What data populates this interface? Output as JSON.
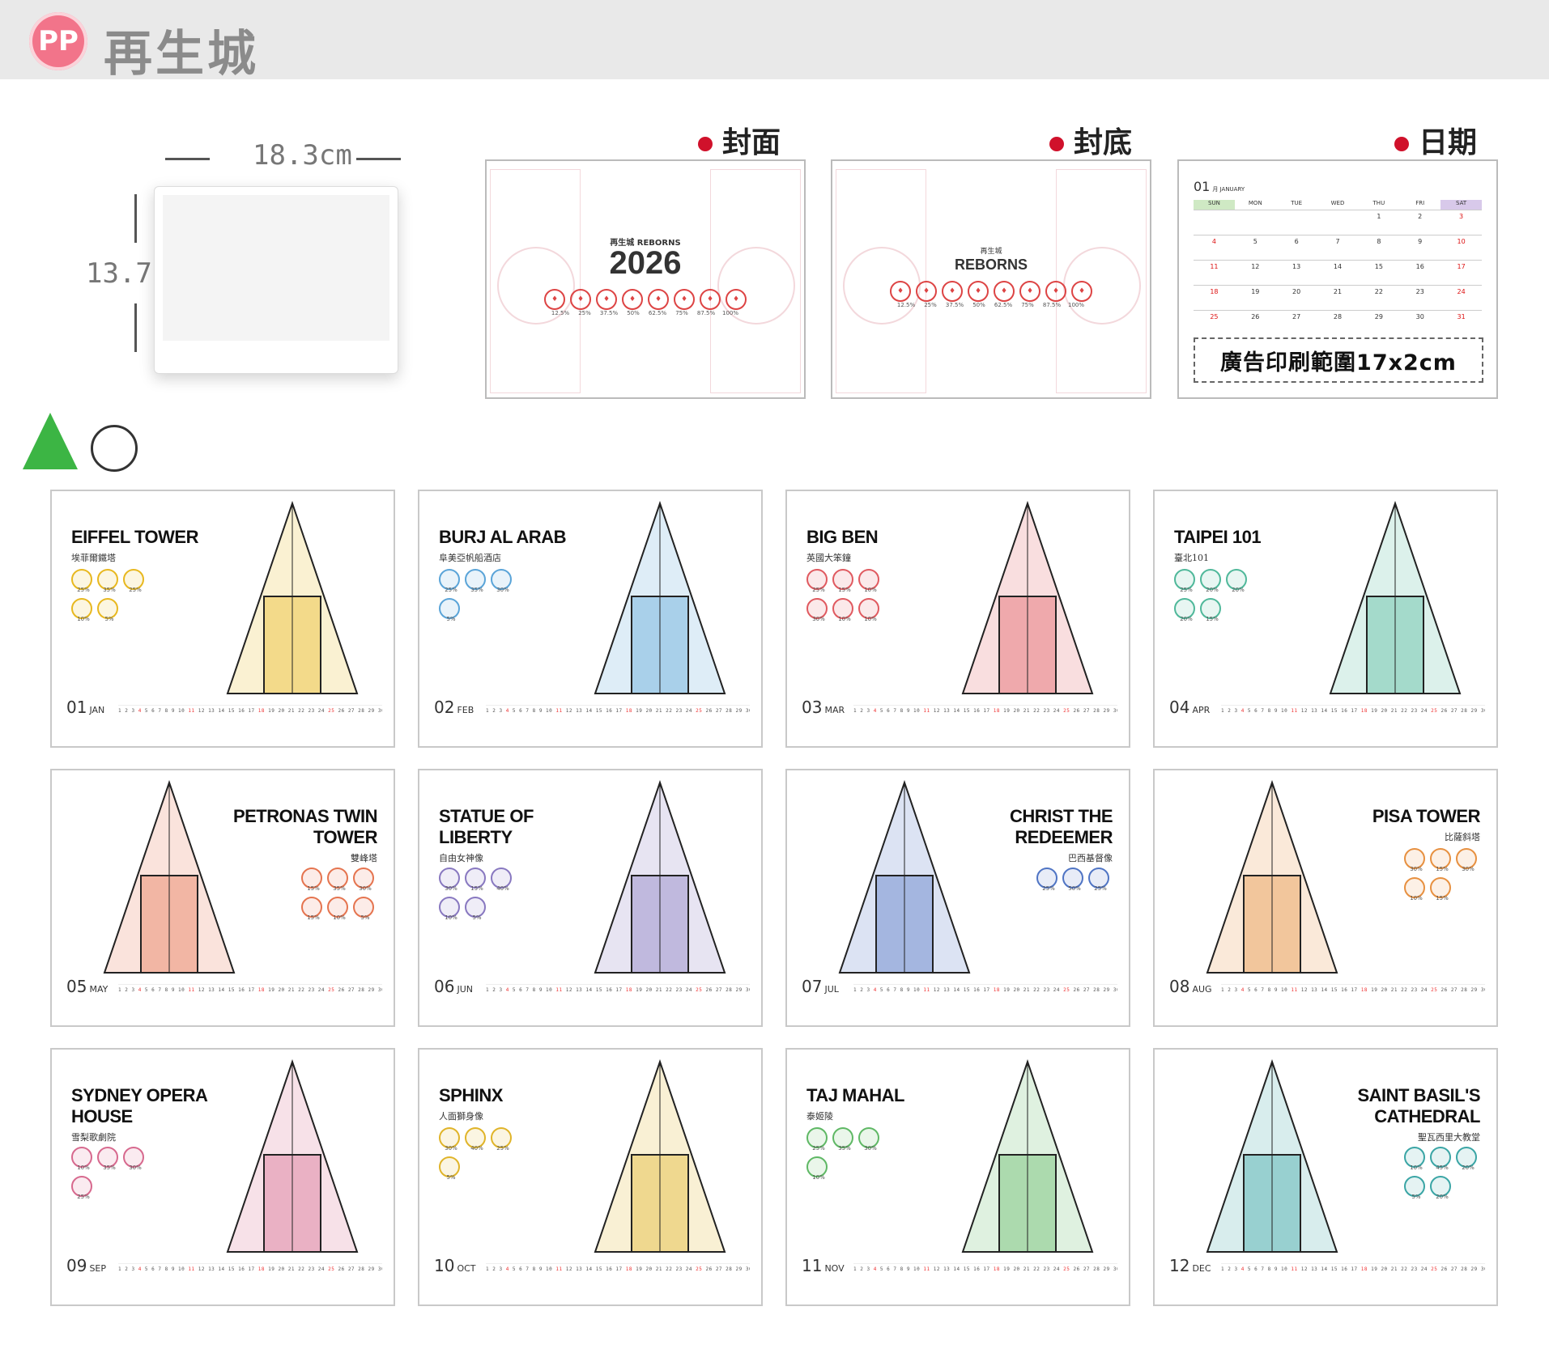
{
  "brand": {
    "badge": "PP",
    "name": "再生城"
  },
  "dimensions": {
    "width": "18.3cm",
    "height": "13.7cm"
  },
  "sections": {
    "cover": {
      "label": "封面",
      "line1": "再生城 REBORNS",
      "year": "2026",
      "percents": [
        "12.5%",
        "25%",
        "37.5%",
        "50%",
        "62.5%",
        "75%",
        "87.5%",
        "100%"
      ]
    },
    "back": {
      "label": "封底",
      "line1": "再生城",
      "line2": "REBORNS",
      "percents": [
        "12.5%",
        "25%",
        "37.5%",
        "50%",
        "62.5%",
        "75%",
        "87.5%",
        "100%"
      ]
    },
    "date": {
      "label": "日期",
      "month_num": "01",
      "month_name": "月 JANUARY",
      "weekdays": [
        "SUN",
        "MON",
        "TUE",
        "WED",
        "THU",
        "FRI",
        "SAT"
      ],
      "weeks": [
        [
          "",
          "",
          "",
          "",
          "1",
          "2",
          "3"
        ],
        [
          "4",
          "5",
          "6",
          "7",
          "8",
          "9",
          "10"
        ],
        [
          "11",
          "12",
          "13",
          "14",
          "15",
          "16",
          "17"
        ],
        [
          "18",
          "19",
          "20",
          "21",
          "22",
          "23",
          "24"
        ],
        [
          "25",
          "26",
          "27",
          "28",
          "29",
          "30",
          "31"
        ]
      ],
      "ad_text": "廣告印刷範圍17x2cm"
    }
  },
  "months": [
    {
      "num": "01",
      "abbr": "JAN",
      "title": "EIFFEL TOWER",
      "sub": "埃菲爾鐵塔",
      "percents": [
        "25%",
        "35%",
        "25%",
        "10%",
        "5%"
      ],
      "accent": "#e8b81f"
    },
    {
      "num": "02",
      "abbr": "FEB",
      "title": "BURJ AL ARAB",
      "sub": "阜美亞帆船酒店",
      "percents": [
        "25%",
        "35%",
        "30%",
        "5%"
      ],
      "accent": "#5aa4d8"
    },
    {
      "num": "03",
      "abbr": "MAR",
      "title": "BIG BEN",
      "sub": "英國大笨鐘",
      "percents": [
        "25%",
        "15%",
        "10%",
        "30%",
        "10%",
        "10%"
      ],
      "accent": "#e05a60"
    },
    {
      "num": "04",
      "abbr": "APR",
      "title": "TAIPEI 101",
      "sub": "臺北101",
      "percents": [
        "25%",
        "20%",
        "20%",
        "20%",
        "15%"
      ],
      "accent": "#4fb89a"
    },
    {
      "num": "05",
      "abbr": "MAY",
      "title": "PETRONAS TWIN TOWER",
      "sub": "雙峰塔",
      "percents": [
        "15%",
        "35%",
        "30%",
        "15%",
        "10%",
        "5%"
      ],
      "accent": "#e5744f"
    },
    {
      "num": "06",
      "abbr": "JUN",
      "title": "STATUE OF LIBERTY",
      "sub": "自由女神像",
      "percents": [
        "30%",
        "15%",
        "40%",
        "10%",
        "5%"
      ],
      "accent": "#8878c0"
    },
    {
      "num": "07",
      "abbr": "JUL",
      "title": "CHRIST THE REDEEMER",
      "sub": "巴西基督像",
      "percents": [
        "25%",
        "50%",
        "25%"
      ],
      "accent": "#4f74c4"
    },
    {
      "num": "08",
      "abbr": "AUG",
      "title": "PISA TOWER",
      "sub": "比薩斜塔",
      "percents": [
        "30%",
        "15%",
        "30%",
        "10%",
        "15%"
      ],
      "accent": "#e79040"
    },
    {
      "num": "09",
      "abbr": "SEP",
      "title": "SYDNEY OPERA HOUSE",
      "sub": "雪梨歌劇院",
      "percents": [
        "10%",
        "35%",
        "30%",
        "25%"
      ],
      "accent": "#d7698e"
    },
    {
      "num": "10",
      "abbr": "OCT",
      "title": "SPHINX",
      "sub": "人面獅身像",
      "percents": [
        "30%",
        "40%",
        "25%",
        "5%"
      ],
      "accent": "#e0b429"
    },
    {
      "num": "11",
      "abbr": "NOV",
      "title": "TAJ MAHAL",
      "sub": "泰姬陵",
      "percents": [
        "25%",
        "35%",
        "30%",
        "10%"
      ],
      "accent": "#5fb865"
    },
    {
      "num": "12",
      "abbr": "DEC",
      "title": "SAINT BASIL'S CATHEDRAL",
      "sub": "聖瓦西里大教堂",
      "percents": [
        "10%",
        "45%",
        "20%",
        "5%",
        "20%"
      ],
      "accent": "#3aa5a5"
    }
  ]
}
